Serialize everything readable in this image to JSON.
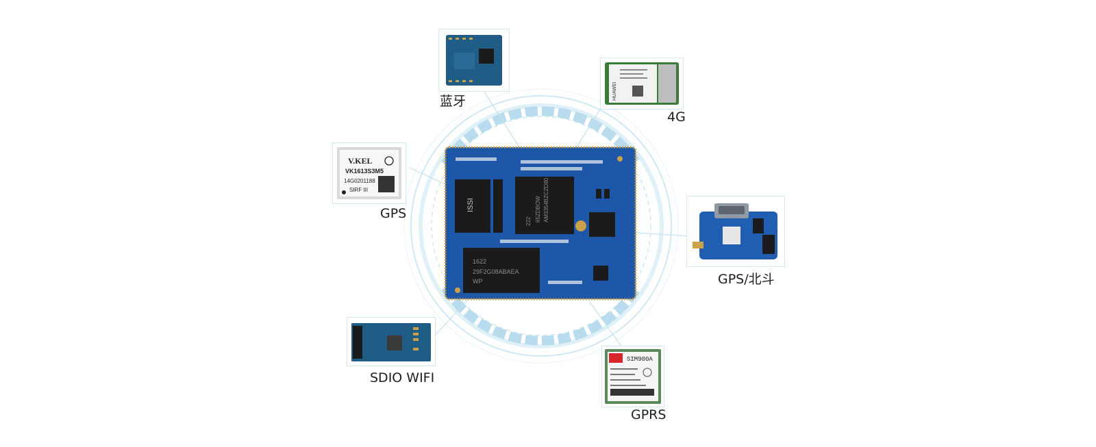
{
  "colors": {
    "ring": "#cfe8f3",
    "ring_accent": "#b8dcee",
    "board": "#1e57a8",
    "board_dark": "#163f7c",
    "chip": "#1b1b1d",
    "gold": "#c9a24a",
    "card_border": "#d3e7f0"
  },
  "center_board": {
    "ram_marking": "ISSI",
    "cpu_marking_1": "AM3354BZCZD80",
    "cpu_marking_2": "65ZDBOW",
    "cpu_marking_3": "222",
    "flash_marking_1": "1622",
    "flash_marking_2": "29F2G08ABAEA",
    "flash_marking_3": "WP"
  },
  "modules": {
    "bluetooth": {
      "label": "蓝牙",
      "icon": "bluetooth-module-icon"
    },
    "4g": {
      "label": "4G",
      "icon": "4g-module-icon",
      "brand": "HUAWEI"
    },
    "gps": {
      "label": "GPS",
      "icon": "gps-module-icon",
      "brand": "V.KEL",
      "model": "VK1613S3M5",
      "serial": "14G0201188",
      "chipset": "SIRF III"
    },
    "gps_beidou": {
      "label": "GPS/北斗",
      "icon": "gps-beidou-board-icon"
    },
    "sdio_wifi": {
      "label": "SDIO WIFI",
      "icon": "sdio-wifi-board-icon"
    },
    "gprs": {
      "label": "GPRS",
      "icon": "gprs-module-icon",
      "model": "SIM900A"
    }
  }
}
